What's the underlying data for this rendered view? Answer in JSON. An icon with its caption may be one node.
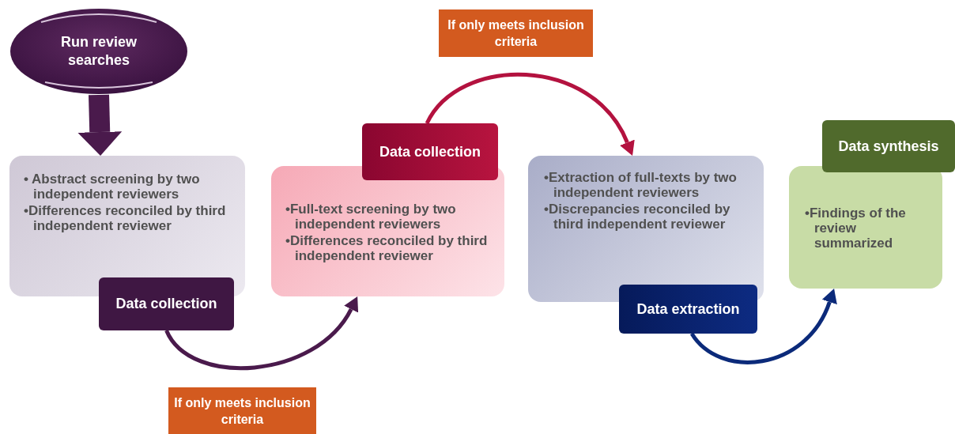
{
  "diagram": {
    "nodes": [
      {
        "text": [
          "Run review searches"
        ]
      },
      {
        "text": [
          "• Abstract screening by two independent reviewers",
          "•Differences reconciled by third independent reviewer"
        ]
      },
      {
        "text": [
          "Data collection"
        ]
      },
      {
        "text": [
          "•Full-text screening by two independent reviewers",
          "•Differences reconciled by third independent reviewer"
        ]
      },
      {
        "text": [
          "Data collection"
        ]
      },
      {
        "text": [
          "•Extraction of full-texts by two independent reviewers",
          "•Discrepancies reconciled by third independent reviewer"
        ]
      },
      {
        "text": [
          "Data extraction"
        ]
      },
      {
        "text": [
          "•Findings of the review summarized"
        ]
      },
      {
        "text": [
          "Data synthesis"
        ]
      },
      {
        "text": [
          "If only meets inclusion criteria"
        ]
      },
      {
        "text": [
          "If only meets inclusion criteria"
        ]
      }
    ],
    "edges": [
      {
        "from": 0,
        "to": 1,
        "arrow": "to",
        "style": "thick",
        "color": "#4a1a4c"
      },
      {
        "from": 2,
        "to": 3,
        "arrow": "to",
        "color": "#4a1a4c"
      },
      {
        "from": 4,
        "to": 5,
        "arrow": "to",
        "color": "#b3123f"
      },
      {
        "from": 6,
        "to": 7,
        "arrow": "to",
        "color": "#0b2a7a"
      }
    ]
  }
}
